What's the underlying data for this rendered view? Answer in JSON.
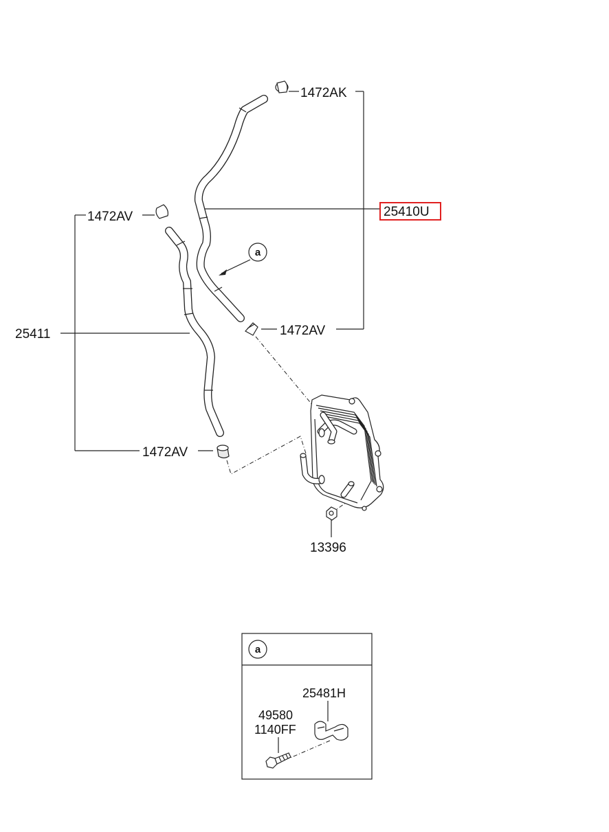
{
  "callouts": {
    "hose_clamp_top": "1472AK",
    "hose_upper": "25410U",
    "clamp_left_top": "1472AV",
    "clamp_mid": "1472AV",
    "hose_lower": "25411",
    "clamp_bottom": "1472AV",
    "nut": "13396"
  },
  "detail_ref": "a",
  "detail_box": {
    "title": "a",
    "bracket": "25481H",
    "bolt_line1": "49580",
    "bolt_line2": "1140FF"
  },
  "highlight_color": "#e02020"
}
